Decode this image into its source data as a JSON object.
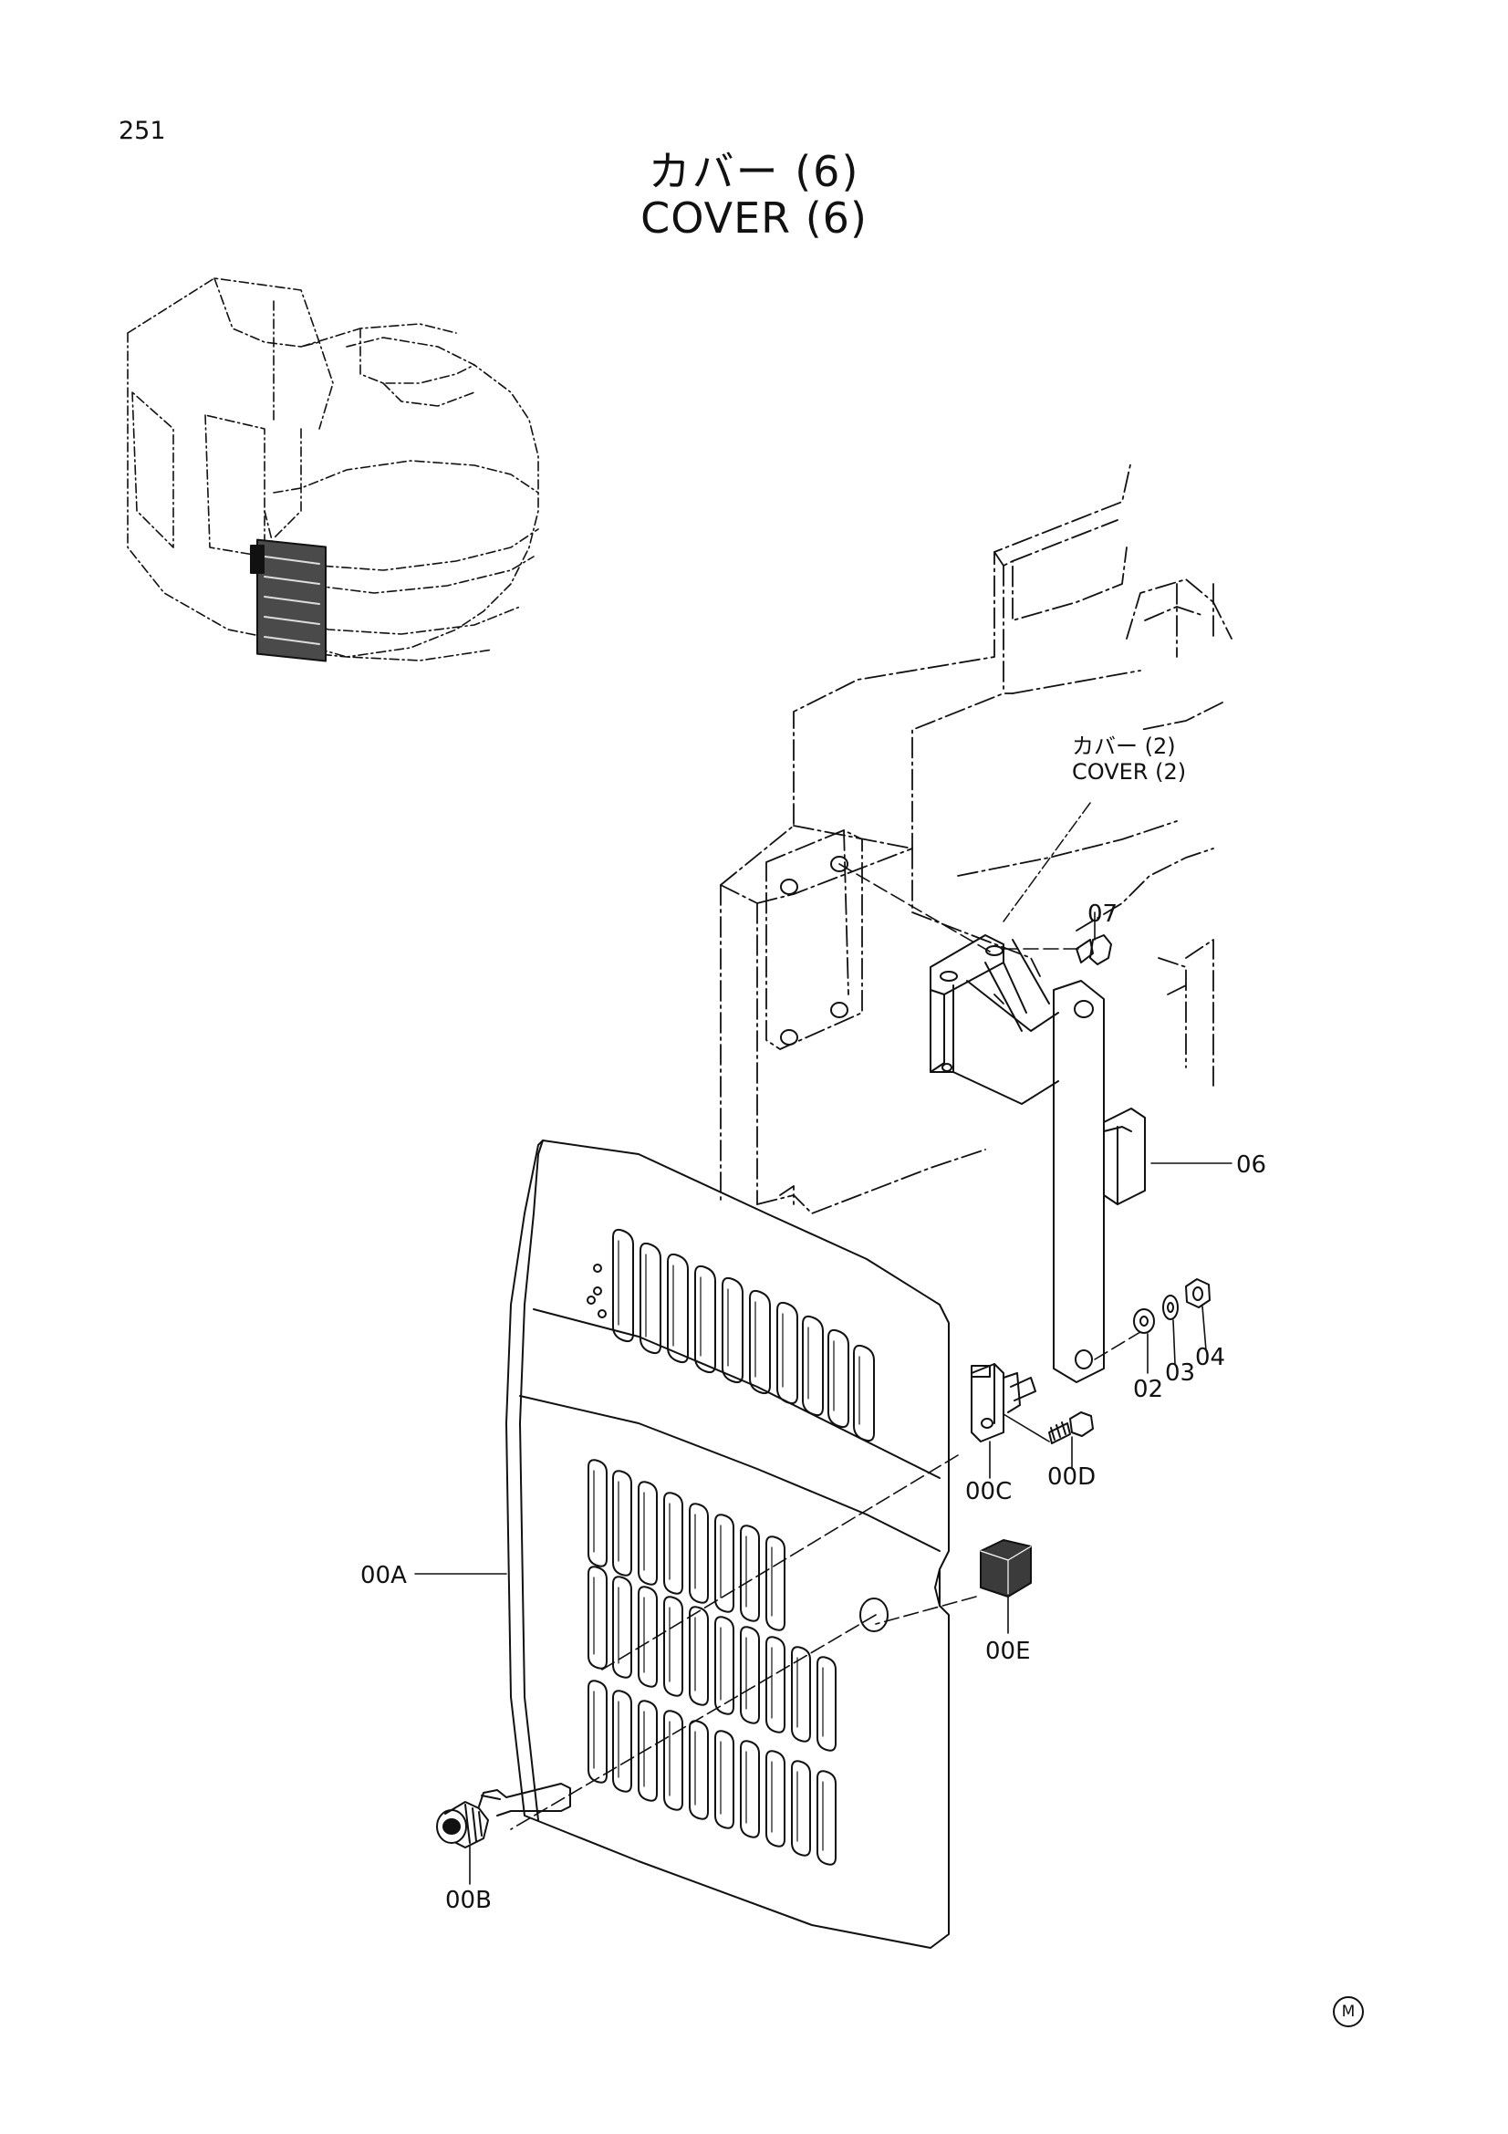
{
  "page": {
    "number": "251",
    "title_jp": "カバー (6)",
    "title_en": "COVER (6)"
  },
  "reference": {
    "label_jp": "カバー (2)",
    "label_en": "COVER (2)"
  },
  "callouts": [
    "07",
    "06",
    "02",
    "03",
    "04",
    "00C",
    "00D",
    "00A",
    "00E",
    "00B"
  ],
  "mark": "M"
}
